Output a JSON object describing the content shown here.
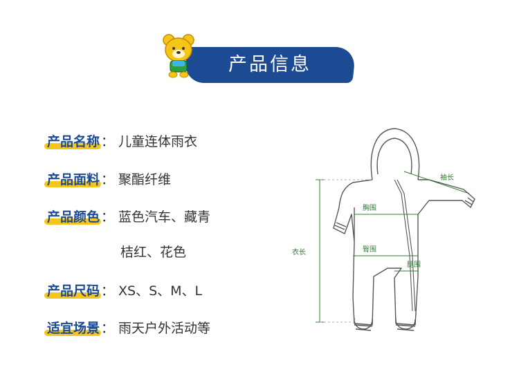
{
  "header": {
    "title": "产品信息"
  },
  "info": {
    "rows": [
      {
        "label": "产品名称",
        "value": "儿童连体雨衣"
      },
      {
        "label": "产品面料",
        "value": "聚酯纤维"
      },
      {
        "label": "产品颜色",
        "value": "蓝色汽车、藏青",
        "value_cont": "桔红、花色"
      },
      {
        "label": "产品尺码",
        "value": "XS、S、M、L"
      },
      {
        "label": "适宜场景",
        "value": "雨天户外活动等"
      }
    ],
    "colon": "："
  },
  "diagram": {
    "labels": {
      "sleeve": "袖长",
      "chest": "胸围",
      "hip": "臀围",
      "thigh": "腿围",
      "length": "衣长"
    }
  },
  "colors": {
    "brand_blue": "#1c4b93",
    "highlight_yellow": "#f6c51b",
    "measure_green": "#2e7d32"
  }
}
